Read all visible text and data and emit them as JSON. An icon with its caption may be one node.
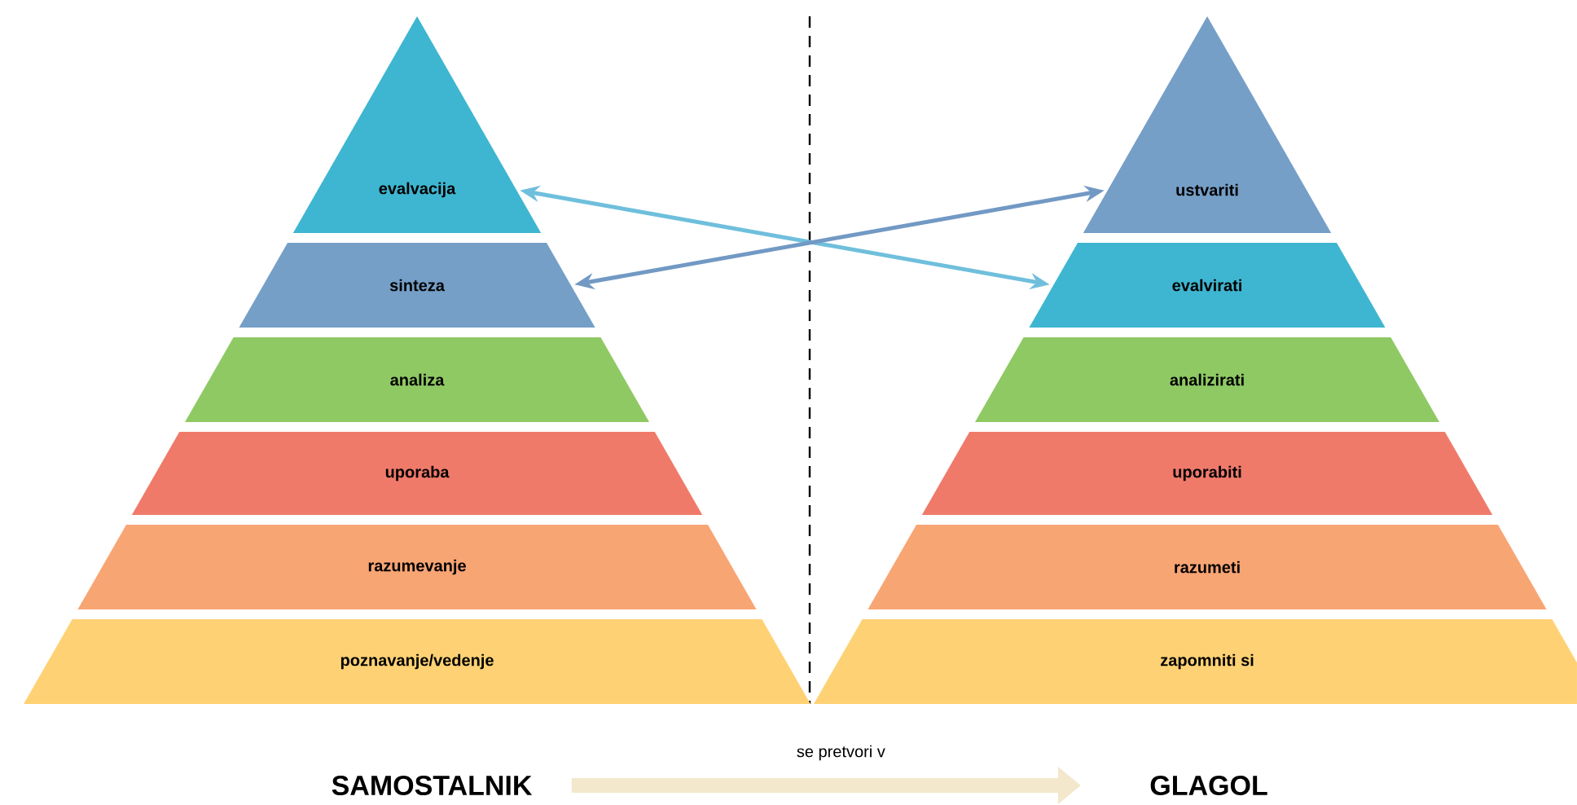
{
  "diagram": {
    "nodes": [
      {
        "text": [
          "evalvacija"
        ]
      },
      {
        "text": [
          "sinteza"
        ]
      },
      {
        "text": [
          "analiza"
        ]
      },
      {
        "text": [
          "uporaba"
        ]
      },
      {
        "text": [
          "razumevanje"
        ]
      },
      {
        "text": [
          "poznavanje/vedenje"
        ]
      },
      {
        "text": [
          "ustvariti"
        ]
      },
      {
        "text": [
          "evalvirati"
        ]
      },
      {
        "text": [
          "analizirati"
        ]
      },
      {
        "text": [
          "uporabiti"
        ]
      },
      {
        "text": [
          "razumeti"
        ]
      },
      {
        "text": [
          "zapomniti si"
        ]
      },
      {
        "text": [
          "SAMOSTALNIK"
        ]
      },
      {
        "text": [
          "GLAGOL"
        ]
      }
    ],
    "edges": [
      {
        "from": 0,
        "to": 7,
        "arrow": "both",
        "color": "#6fbfdc"
      },
      {
        "from": 1,
        "to": 6,
        "arrow": "both",
        "color": "#7299c4"
      },
      {
        "from": 12,
        "to": 13,
        "arrow": "to",
        "label": "se pretvori v",
        "style": "thick",
        "color": "#f3e7cc"
      }
    ]
  }
}
